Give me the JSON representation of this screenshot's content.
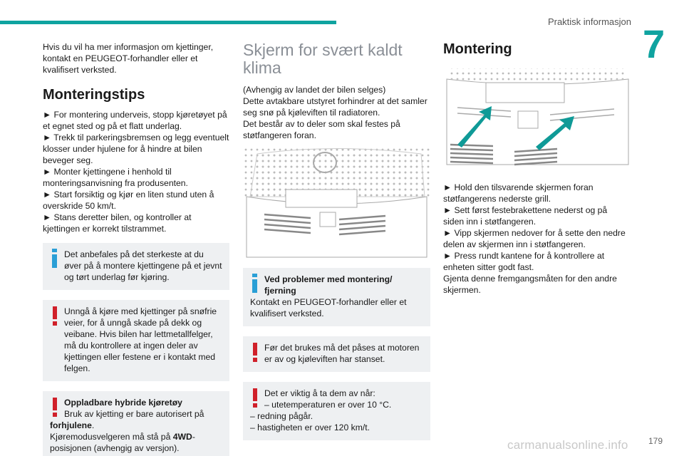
{
  "header": {
    "title": "Praktisk informasjon",
    "chapter": "7"
  },
  "col1": {
    "intro": "Hvis du vil ha mer informasjon om kjettinger, kontakt en PEUGEOT-forhandler eller et kvalifisert verksted.",
    "heading": "Monteringstips",
    "tips": [
      "► For montering underveis, stopp kjøretøyet på et egnet sted og på et flatt underlag.",
      "► Trekk til parkeringsbremsen og legg eventuelt klosser under hjulene for å hindre at bilen beveger seg.",
      "► Monter kjettingene i henhold til monteringsanvisning fra produsenten.",
      "► Start forsiktig og kjør en liten stund uten å overskride 50 km/t.",
      "► Stans deretter bilen, og kontroller at kjettingen er korrekt tilstrammet."
    ],
    "info_note": "Det anbefales på det sterkeste at du øver på å montere kjettingene på et jevnt og tørt underlag før kjøring.",
    "warn_note": "Unngå å kjøre med kjettinger på snøfrie veier, for å unngå skade på dekk og veibane. Hvis bilen har lettmetallfelger, må du kontrollere at ingen deler av kjettingen eller festene er i kontakt med felgen.",
    "hybrid_title": "Oppladbare hybride kjøretøy",
    "hybrid_line1": "Bruk av kjetting er bare autorisert på",
    "hybrid_bold1": "forhjulene",
    "hybrid_line2": "Kjøremodusvelgeren må stå på",
    "hybrid_bold2": "4WD",
    "hybrid_line3": "posisjonen (avhengig av versjon)."
  },
  "col2": {
    "heading": "Skjerm for svært kaldt klima",
    "p1": "(Avhengig av landet der bilen selges)",
    "p2": "Dette avtakbare utstyret forhindrer at det samler seg snø på kjøleviften til radiatoren.",
    "p3": "Det består av to deler som skal festes på støtfangeren foran.",
    "info_title": "Ved problemer med montering/ fjerning",
    "info_text": "Kontakt en PEUGEOT-forhandler eller et kvalifisert verksted.",
    "warn1": "Før det brukes må det påses at motoren er av og kjøleviften har stanset.",
    "warn2_intro": "Det er viktig å ta dem av når:",
    "warn2_items": [
      "– utetemperaturen er over 10 °C.",
      "– redning pågår.",
      "– hastigheten er over 120 km/t."
    ]
  },
  "col3": {
    "heading": "Montering",
    "steps": [
      "► Hold den tilsvarende skjermen foran støtfangerens nederste grill.",
      "► Sett først festebrakettene nederst og på siden inn i støtfangeren.",
      "► Vipp skjermen nedover for å sette den nedre delen av skjermen inn i støtfangeren.",
      "► Press rundt kantene for å kontrollere at enheten sitter godt fast."
    ],
    "repeat": "Gjenta denne fremgangsmåten for den andre skjermen."
  },
  "footer": {
    "page": "179",
    "watermark": "carmanualsonline.info"
  },
  "colors": {
    "accent": "#0fa3a0",
    "info": "#2a9fd6",
    "warning": "#d0202a",
    "note_bg": "#eef0f2"
  }
}
